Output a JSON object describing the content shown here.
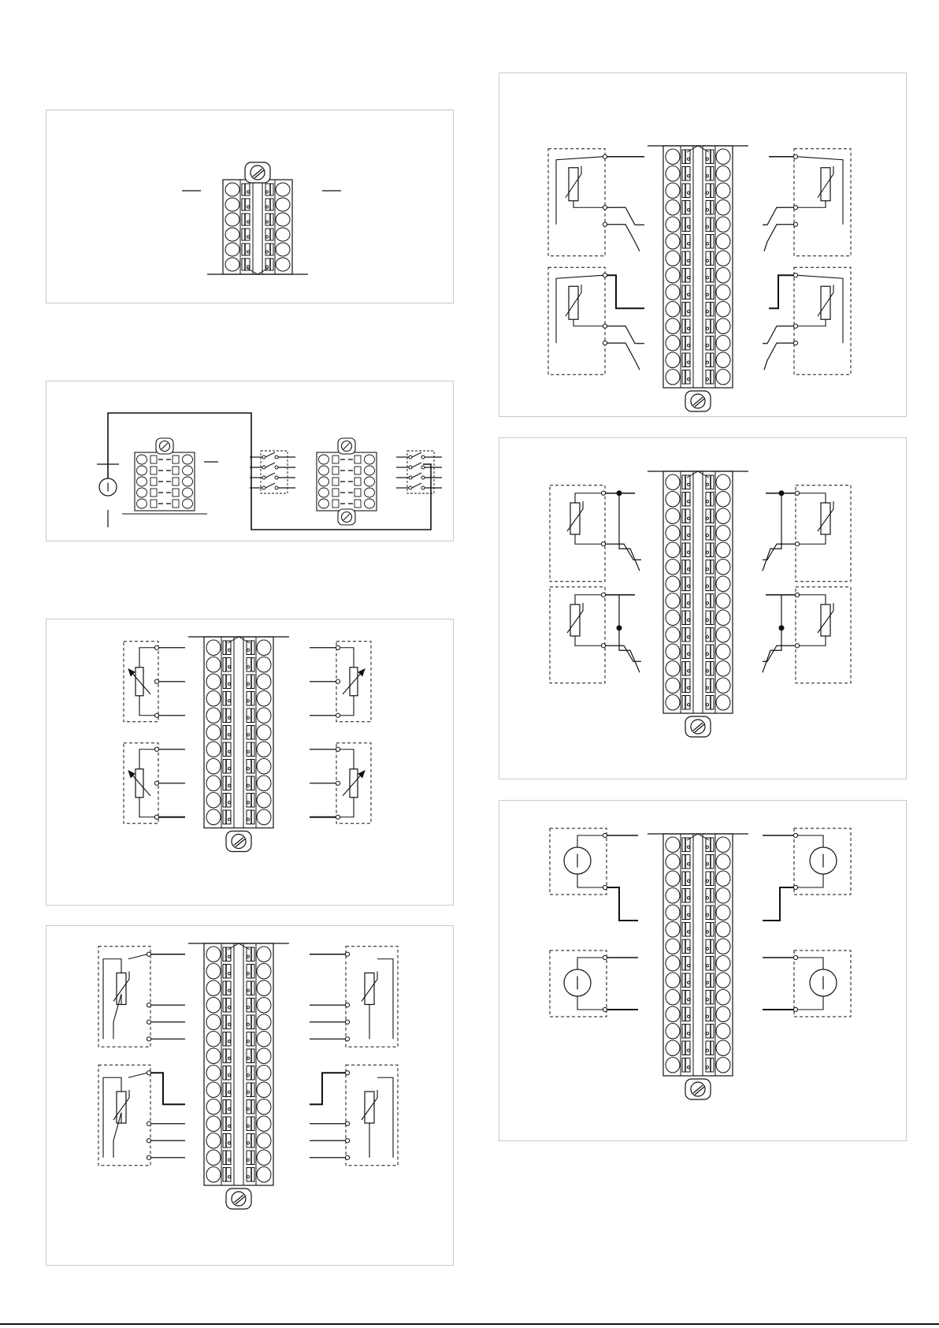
{
  "page": {
    "background": "#ffffff",
    "panel_border_color": "#c9c9c9",
    "ink_color": "#111111"
  },
  "diagrams": [
    {
      "id": "d1",
      "module": "small-terminal-block",
      "rows": 6,
      "screw": "top",
      "sensors": []
    },
    {
      "id": "d2",
      "module": "two-small-terminal-blocks",
      "rows": 5,
      "icons": [
        "current-source-icon",
        "switch-group-icon",
        "switch-group-icon"
      ]
    },
    {
      "id": "d3",
      "module": "terminal-block",
      "rows": 11,
      "screw": "bottom",
      "sensor": "potentiometer-icon",
      "count": 4
    },
    {
      "id": "d4",
      "module": "terminal-block",
      "rows": 14,
      "screw": "bottom",
      "sensor": "rtd-4wire-icon",
      "count": 4
    },
    {
      "id": "d5",
      "module": "terminal-block",
      "rows": 14,
      "screw": "bottom",
      "sensor": "rtd-3wire-icon",
      "count": 4
    },
    {
      "id": "d6",
      "module": "terminal-block",
      "rows": 14,
      "screw": "bottom",
      "sensor": "rtd-2wire-icon",
      "count": 4
    },
    {
      "id": "d7",
      "module": "terminal-block",
      "rows": 14,
      "screw": "bottom",
      "sensor": "current-source-icon",
      "count": 4
    }
  ]
}
